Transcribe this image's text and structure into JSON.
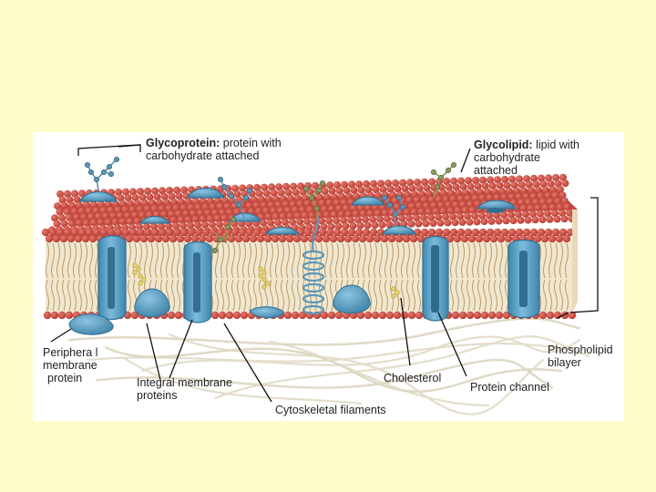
{
  "colors": {
    "background": "#fefdc9",
    "phospholipid_head": "#c9483e",
    "protein": "#5fa3c6",
    "protein_dark": "#2f6f92",
    "glycolipid_sugar": "#8e9a4e",
    "cholesterol": "#e3cf6a",
    "filament": "#e6e1d0"
  },
  "icons": [
    "phospholipid-bilayer",
    "integral-protein",
    "peripheral-protein",
    "glycoprotein",
    "glycolipid",
    "cholesterol",
    "protein-channel",
    "cytoskeletal-filament"
  ],
  "labels": {
    "glycoprotein_term": "Glycoprotein:",
    "glycoprotein_desc_1": " protein with",
    "glycoprotein_desc_2": "carbohydrate attached",
    "glycolipid_term": "Glycolipid:",
    "glycolipid_desc_1": " lipid with",
    "glycolipid_desc_2": "carbohydrate",
    "glycolipid_desc_3": "attached",
    "peripheral_1": "Periphera l",
    "peripheral_2": "membrane",
    "peripheral_3": "protein",
    "integral_1": "Integral membrane",
    "integral_2": "proteins",
    "cytoskeletal": "Cytoskeletal filaments",
    "cholesterol": "Cholesterol",
    "protein_channel": "Protein channel",
    "phospholipid_1": "Phospholipid",
    "phospholipid_2": "bilayer"
  }
}
